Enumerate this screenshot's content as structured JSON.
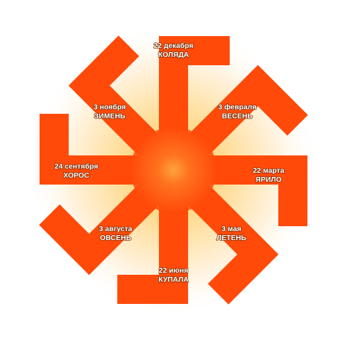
{
  "diagram": {
    "colors": {
      "arm": "#ff4a0a",
      "glow_center": "#ffbf4a",
      "glow_edge": "#ffffff",
      "label_text": "#ffffff"
    },
    "arms": [
      {
        "id": "kolyada",
        "date": "22 декабря",
        "name": "КОЛЯДА",
        "direction": "up"
      },
      {
        "id": "vesen",
        "date": "3 февраля",
        "name": "ВЕСЕНЬ",
        "direction": "up-right"
      },
      {
        "id": "yarilo",
        "date": "22 марта",
        "name": "ЯРИЛО",
        "direction": "right"
      },
      {
        "id": "leten",
        "date": "3 мая",
        "name": "ЛЕТЕНЬ",
        "direction": "down-right"
      },
      {
        "id": "kupala",
        "date": "22 июня",
        "name": "КУПАЛА",
        "direction": "down"
      },
      {
        "id": "ovsen",
        "date": "3 августа",
        "name": "ОВСЕНЬ",
        "direction": "down-left"
      },
      {
        "id": "khoros",
        "date": "24 сентября",
        "name": "ХОРОС",
        "direction": "left"
      },
      {
        "id": "zimen",
        "date": "3 ноября",
        "name": "ЗИМЕНЬ",
        "direction": "up-left"
      }
    ]
  }
}
